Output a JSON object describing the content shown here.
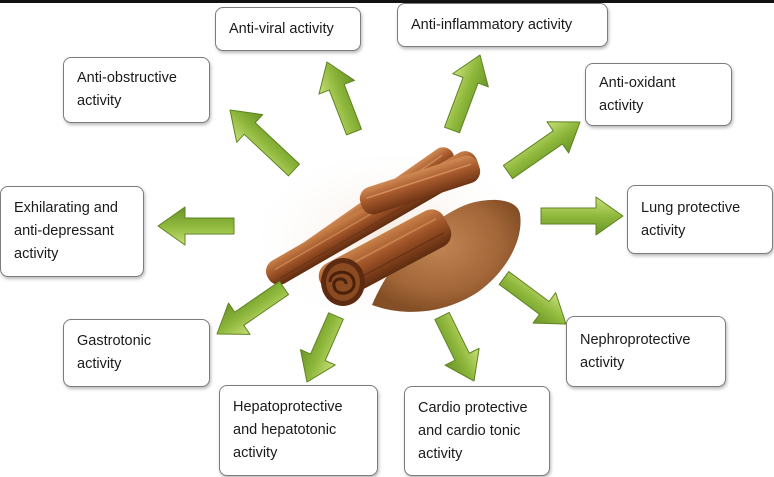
{
  "center": {
    "image": "cinnamon-sticks-and-powder"
  },
  "activities": [
    {
      "id": "anti-viral",
      "label": "Anti-viral activity"
    },
    {
      "id": "anti-inflammatory",
      "label": "Anti-inflammatory activity"
    },
    {
      "id": "anti-obstructive",
      "label": "Anti-obstructive activity"
    },
    {
      "id": "anti-oxidant",
      "label": "Anti-oxidant activity"
    },
    {
      "id": "exhilarating",
      "label": "Exhilarating and anti-depressant activity"
    },
    {
      "id": "lung-protective",
      "label": "Lung protective activity"
    },
    {
      "id": "gastrotonic",
      "label": "Gastrotonic activity"
    },
    {
      "id": "nephroprotective",
      "label": "Nephroprotective activity"
    },
    {
      "id": "hepatoprotective",
      "label": "Hepatoprotective and hepatotonic activity"
    },
    {
      "id": "cardio-protective",
      "label": "Cardio protective and cardio tonic activity"
    }
  ],
  "colors": {
    "arrow_fill": "#8fb83c",
    "arrow_stroke": "#5e8420",
    "box_border": "#7c7c7c"
  }
}
